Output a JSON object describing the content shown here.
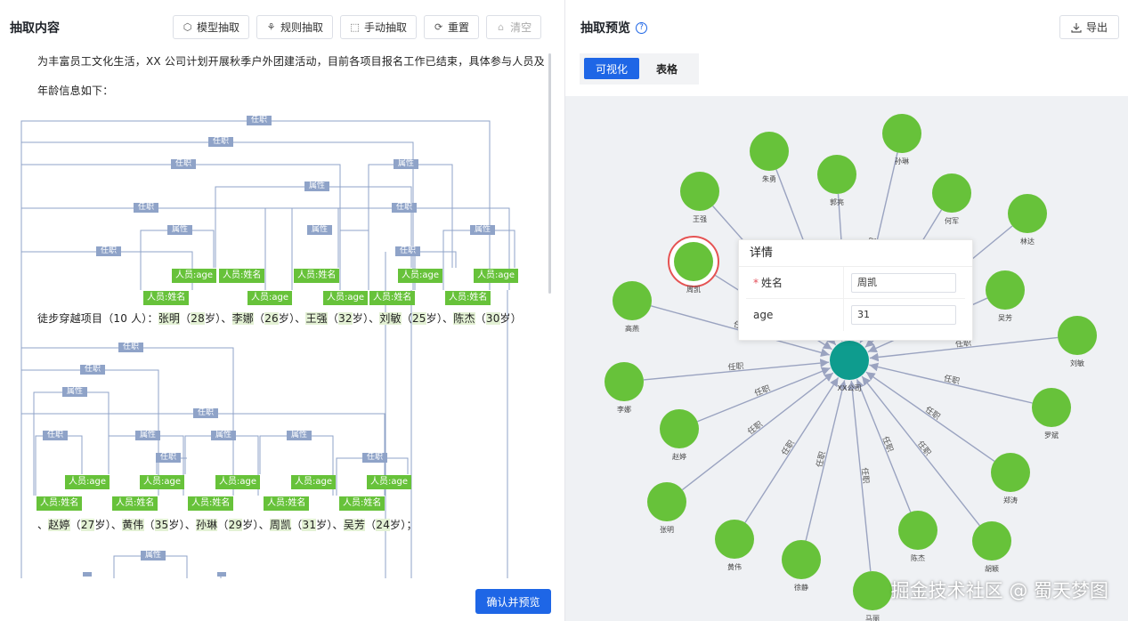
{
  "left": {
    "title": "抽取内容",
    "toolbar": [
      {
        "label": "模型抽取",
        "icon": "cube-icon",
        "glyph": "⬡"
      },
      {
        "label": "规则抽取",
        "icon": "rule-icon",
        "glyph": "⚘"
      },
      {
        "label": "手动抽取",
        "icon": "crop-icon",
        "glyph": "⬚"
      },
      {
        "label": "重置",
        "icon": "refresh-icon",
        "glyph": "⟳"
      },
      {
        "label": "清空",
        "icon": "clear-icon",
        "glyph": "⌂"
      }
    ],
    "text": {
      "line1": "为丰富员工文化生活，XX 公司计划开展秋季户外团建活动，目前各项目报名工作已结束，具体参与人员及",
      "line2": "年龄信息如下：",
      "row1_prefix": "徒步穿越项目（10 人）：",
      "row1": [
        {
          "name": "张明",
          "age": "28"
        },
        {
          "name": "李娜",
          "age": "26"
        },
        {
          "name": "王强",
          "age": "32"
        },
        {
          "name": "刘敏",
          "age": "25"
        },
        {
          "name": "陈杰",
          "age": "30"
        }
      ],
      "row2_prefix": "、",
      "row2": [
        {
          "name": "赵婷",
          "age": "27"
        },
        {
          "name": "黄伟",
          "age": "35"
        },
        {
          "name": "孙琳",
          "age": "29"
        },
        {
          "name": "周凯",
          "age": "31"
        },
        {
          "name": "吴芳",
          "age": "24"
        }
      ],
      "row1_end": "）",
      "row2_end": "）；",
      "age_open": "（",
      "age_close": "岁",
      "sep": "）、"
    },
    "labels": {
      "renzhi": "任职",
      "shuxing": "属性",
      "tag_name": "人员:姓名",
      "tag_age": "人员:age"
    },
    "confirm_label": "确认并预览"
  },
  "right": {
    "title": "抽取预览",
    "help_glyph": "?",
    "export_label": "导出",
    "tabs": [
      {
        "label": "可视化",
        "active": true
      },
      {
        "label": "表格",
        "active": false
      }
    ],
    "graph": {
      "center": "XX公司",
      "edge_label": "任职",
      "nodes": [
        "孙琳",
        "朱勇",
        "郭亮",
        "何军",
        "王强",
        "林达",
        "周凯",
        "吴芳",
        "高燕",
        "刘敏",
        "李娜",
        "罗斌",
        "赵婷",
        "郑涛",
        "张明",
        "陈杰",
        "胡颖",
        "黄伟",
        "徐静",
        "马丽"
      ],
      "selected": "周凯",
      "colors": {
        "node": "#67c23a",
        "center": "#0e9c8e",
        "edge": "#9aa3c0",
        "selected_ring": "#e55353"
      }
    },
    "detail": {
      "title": "详情",
      "fields": [
        {
          "key": "姓名",
          "required": true,
          "value": "周凯"
        },
        {
          "key": "age",
          "required": false,
          "value": "31"
        }
      ]
    }
  },
  "watermark": "掘金技术社区 @ 蜀天梦图"
}
